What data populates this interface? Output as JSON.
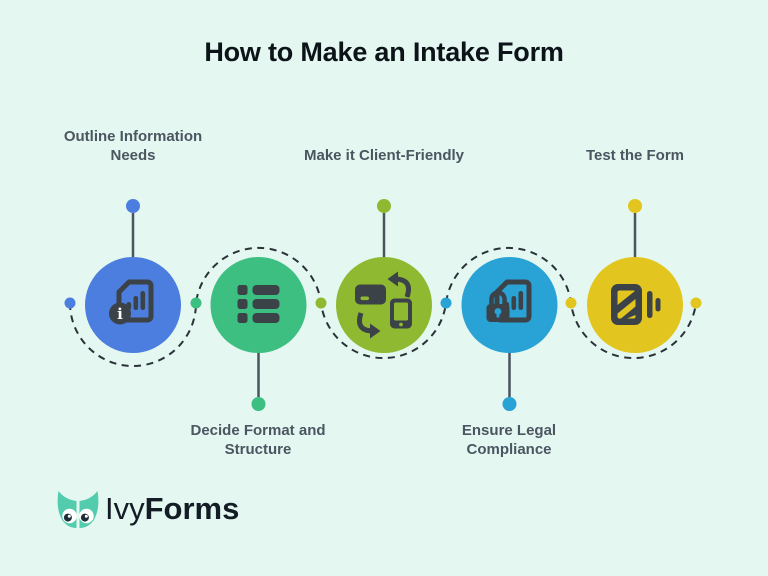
{
  "title": "How to Make an Intake Form",
  "colors": {
    "background": "#e4f7f1",
    "icon": "#3b4248",
    "dashed_connector": "#2a3137",
    "stem": "#4a545c",
    "label_text": "#4b5661",
    "title_text": "#0d1419",
    "logo_text": "#141d26",
    "owl_teal": "#53cbad"
  },
  "steps": [
    {
      "label": "Outline Information Needs",
      "lines": [
        "Outline Information",
        "Needs"
      ],
      "color": "#4b7ede",
      "icon": "document-info-icon",
      "label_position": "top"
    },
    {
      "label": "Decide Format and Structure",
      "lines": [
        "Decide Format and",
        "Structure"
      ],
      "color": "#3cbf80",
      "icon": "list-icon",
      "label_position": "bottom"
    },
    {
      "label": "Make it Client-Friendly",
      "lines": [
        "Make it Client-Friendly"
      ],
      "color": "#8fb930",
      "icon": "device-rotate-icon",
      "label_position": "top"
    },
    {
      "label": "Ensure Legal Compliance",
      "lines": [
        "Ensure Legal",
        "Compliance"
      ],
      "color": "#29a2d6",
      "icon": "document-lock-icon",
      "label_position": "bottom"
    },
    {
      "label": "Test the Form",
      "lines": [
        "Test the Form"
      ],
      "color": "#e3c51f",
      "icon": "flash-card-icon",
      "label_position": "top"
    }
  ],
  "icon_glyphs": {
    "info_glyph": "i"
  },
  "logo": {
    "brand_regular": "Ivy",
    "brand_bold": "Forms"
  }
}
